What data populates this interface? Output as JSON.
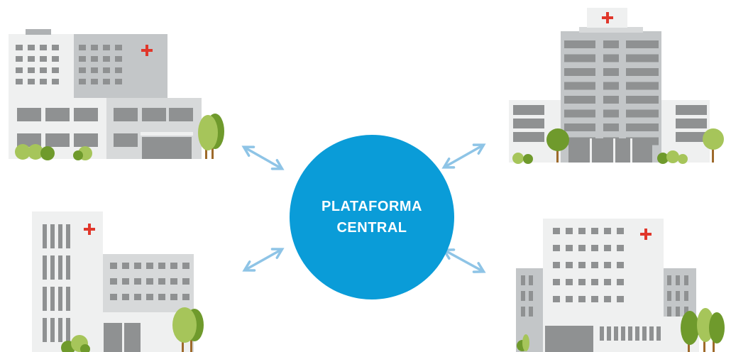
{
  "hub": {
    "line1": "PLATAFORMA",
    "line2": "CENTRAL"
  },
  "colors": {
    "hub": "#0a9cd8",
    "arrow": "#8ec4e6",
    "building_light": "#eff0f0",
    "building_mid": "#d7d9da",
    "building_dark": "#c3c6c8",
    "window": "#8f9192",
    "cross": "#e0372b",
    "tree_light": "#a6c55a",
    "tree_dark": "#6f9a2c",
    "trunk": "#9e6a2b"
  },
  "nodes": [
    {
      "name": "hospital-top-left",
      "icon": "hospital-icon"
    },
    {
      "name": "hospital-top-right",
      "icon": "hospital-icon"
    },
    {
      "name": "hospital-bottom-left",
      "icon": "hospital-icon"
    },
    {
      "name": "hospital-bottom-right",
      "icon": "hospital-icon"
    }
  ]
}
